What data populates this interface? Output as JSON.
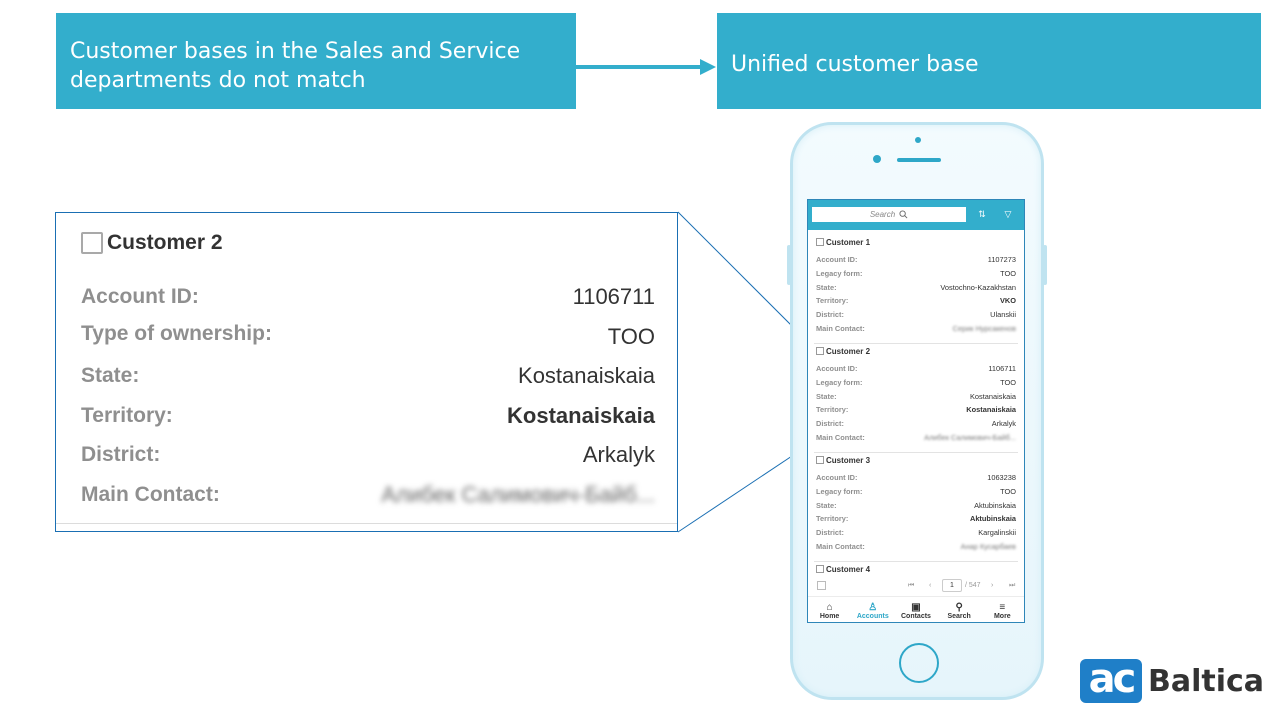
{
  "banners": {
    "left": "Customer bases in the Sales and Service departments do not match",
    "right": "Unified  customer base"
  },
  "colors": {
    "accent": "#33aecc",
    "border": "#1a6fb3",
    "logo": "#1f7fc8"
  },
  "zoom_card": {
    "title": "Customer 2",
    "rows": [
      {
        "label": "Account ID:",
        "value": "1106711"
      },
      {
        "label": "Type of ownership:",
        "value": "TOO"
      },
      {
        "label": "State:",
        "value": "Kostanaiskaia"
      },
      {
        "label": "Territory:",
        "value": "Kostanaiskaia"
      },
      {
        "label": "District:",
        "value": "Arkalyk"
      },
      {
        "label": "Main Contact:",
        "value": "Алибек Салимович-Байб..."
      }
    ]
  },
  "phone": {
    "search_placeholder": "Search",
    "sort_icon": "sort-icon",
    "filter_icon": "filter-icon",
    "customers": [
      {
        "title": "Customer 1",
        "rows": [
          {
            "label": "Account ID:",
            "value": "1107273"
          },
          {
            "label": "Legacy form:",
            "value": "TOO"
          },
          {
            "label": "State:",
            "value": "Vostochno-Kazakhstan"
          },
          {
            "label": "Territory:",
            "value": "VKO"
          },
          {
            "label": "District:",
            "value": "Ulanskii"
          },
          {
            "label": "Main Contact:",
            "value": "Серик Нурсакенов"
          }
        ]
      },
      {
        "title": "Customer 2",
        "rows": [
          {
            "label": "Account ID:",
            "value": "1106711"
          },
          {
            "label": "Legacy form:",
            "value": "TOO"
          },
          {
            "label": "State:",
            "value": "Kostanaiskaia"
          },
          {
            "label": "Territory:",
            "value": "Kostanaiskaia"
          },
          {
            "label": "District:",
            "value": "Arkalyk"
          },
          {
            "label": "Main Contact:",
            "value": "Алибек Салимович-Байб..."
          }
        ]
      },
      {
        "title": "Customer 3",
        "rows": [
          {
            "label": "Account ID:",
            "value": "1063238"
          },
          {
            "label": "Legacy form:",
            "value": "TOO"
          },
          {
            "label": "State:",
            "value": "Aktubinskaia"
          },
          {
            "label": "Territory:",
            "value": "Aktubinskaia"
          },
          {
            "label": "District:",
            "value": "Kargalinskii"
          },
          {
            "label": "Main Contact:",
            "value": "Анар Кусарбаев"
          }
        ]
      },
      {
        "title": "Customer 4",
        "rows": []
      }
    ],
    "pager": {
      "first": "⏮",
      "prev": "‹",
      "page": "1",
      "total": "/ 547",
      "next": "›",
      "last": "⏭"
    },
    "tabs": [
      {
        "label": "Home",
        "icon": "home-icon"
      },
      {
        "label": "Accounts",
        "icon": "user-icon"
      },
      {
        "label": "Contacts",
        "icon": "contact-card-icon"
      },
      {
        "label": "Search",
        "icon": "search-icon"
      },
      {
        "label": "More",
        "icon": "menu-icon"
      }
    ]
  },
  "logo": {
    "mark": "ac",
    "text": "Baltica"
  }
}
